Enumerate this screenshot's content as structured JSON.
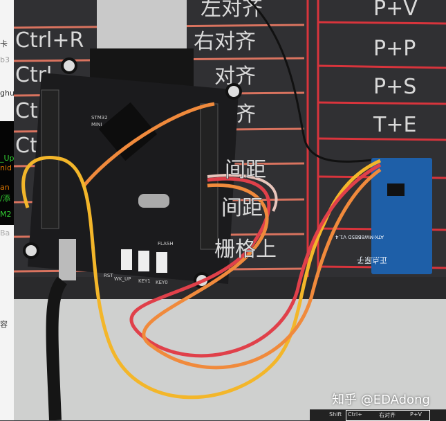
{
  "left_strip": {
    "fragments": [
      "卡",
      "b3",
      "ghu",
      "_Up",
      "nid",
      "an",
      "/添",
      "M2",
      "Ba",
      "容"
    ]
  },
  "mat": {
    "left_labels": [
      "Ctrl+R",
      "Ctrl",
      "Ctrl",
      "Ctrl"
    ],
    "middle_labels": [
      "左对齐",
      "右对齐",
      "对齐",
      "齐",
      "间距",
      "间距",
      "栅格上"
    ],
    "right_labels": [
      "P+V",
      "P+P",
      "P+S",
      "T+E"
    ]
  },
  "board": {
    "silk": [
      "STM32",
      "MINI",
      "FLASH",
      "KEY1",
      "KEY0",
      "WK_UP",
      "RST"
    ]
  },
  "module": {
    "silk": [
      "ATK-MW8BB5D V1.4",
      "正点原子"
    ]
  },
  "watermark": "知乎 @EDAdong",
  "thumbnail_strip": {
    "labels": [
      "Shift",
      "Ctrl+",
      "右对齐",
      "P+V"
    ]
  },
  "colors": {
    "mat": "#2f2f31",
    "mat_lines": "#d9735f",
    "board": "#1b1b1d",
    "module": "#1e5fa8",
    "wire_orange": "#f08a3c",
    "wire_yellow": "#f3b62a",
    "wire_red": "#e0404a"
  }
}
